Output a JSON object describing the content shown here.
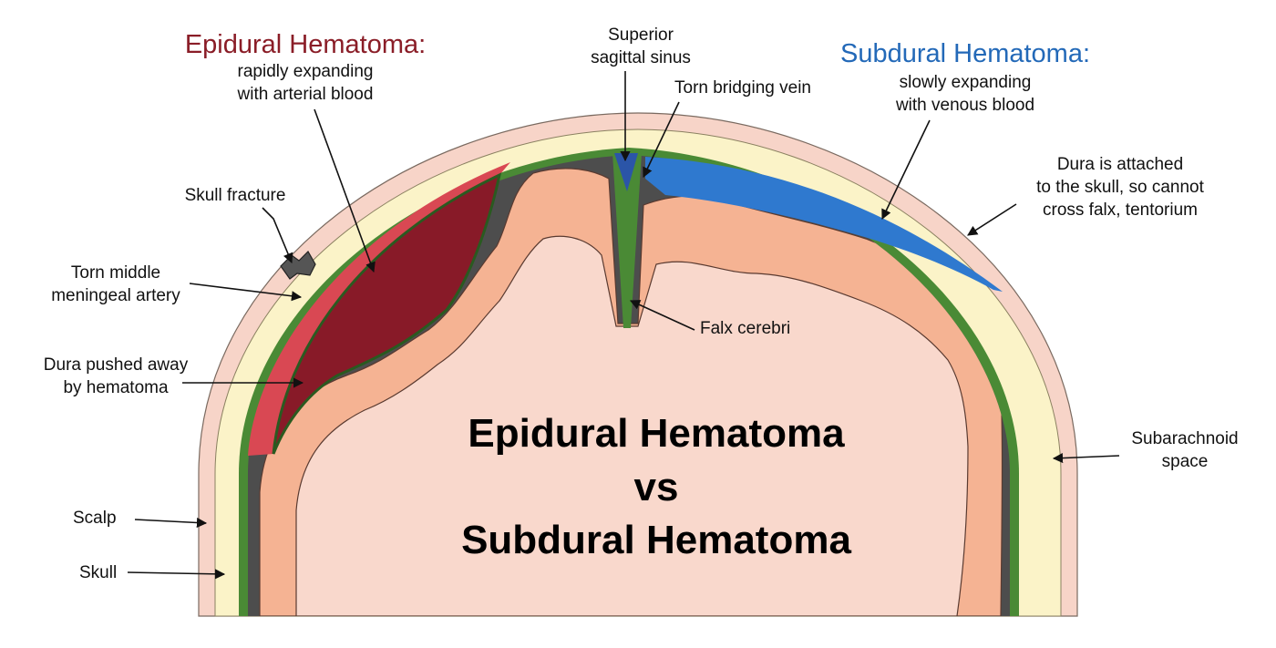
{
  "title": {
    "line1": "Epidural Hematoma",
    "line2": "vs",
    "line3": "Subdural Hematoma"
  },
  "epidural": {
    "heading": "Epidural Hematoma:",
    "desc_line1": "rapidly expanding",
    "desc_line2": "with arterial blood"
  },
  "subdural": {
    "heading": "Subdural Hematoma:",
    "desc_line1": "slowly expanding",
    "desc_line2": "with venous blood"
  },
  "labels": {
    "sinus_line1": "Superior",
    "sinus_line2": "sagittal sinus",
    "bridging_vein": "Torn bridging vein",
    "dura_line1": "Dura is attached",
    "dura_line2": "to the skull, so cannot",
    "dura_line3": "cross falx, tentorium",
    "skull_fracture": "Skull fracture",
    "artery_line1": "Torn middle",
    "artery_line2": "meningeal artery",
    "dura_pushed_line1": "Dura pushed away",
    "dura_pushed_line2": "by hematoma",
    "falx": "Falx cerebri",
    "subarachnoid_line1": "Subarachnoid",
    "subarachnoid_line2": "space",
    "scalp": "Scalp",
    "skull": "Skull"
  },
  "colors": {
    "scalp": "#f7d4c8",
    "skull": "#fbf3c8",
    "dura": "#4a8a35",
    "csf": "#4d4d4d",
    "brain": "#f5b393",
    "brain_core": "#f9d8cc",
    "epidural_blood": "#881a28",
    "epidural_dura_edge": "#d94853",
    "subdural_blood": "#2f79cf",
    "sinus": "#2b55a8",
    "epidural_heading": "#8a1d27",
    "subdural_heading": "#2369b8"
  }
}
